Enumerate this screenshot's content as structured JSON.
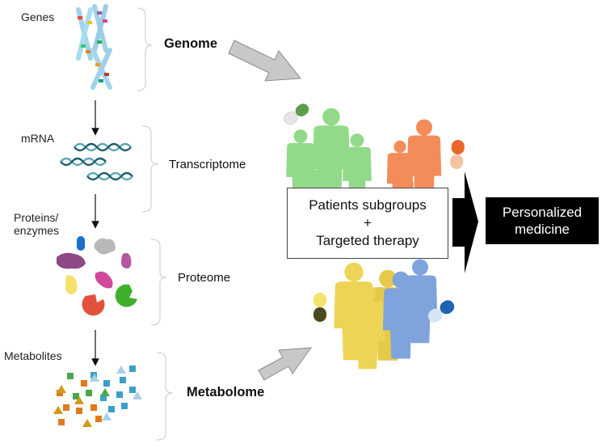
{
  "labels": {
    "genes": "Genes",
    "mrna": "mRNA",
    "proteins_line1": "Proteins/",
    "proteins_line2": "enzymes",
    "metabolites": "Metabolites"
  },
  "omics": {
    "genome": "Genome",
    "transcriptome": "Transcriptome",
    "proteome": "Proteome",
    "metabolome": "Metabolome"
  },
  "center": {
    "line1": "Patients subgroups",
    "line2": "+",
    "line3": "Targeted therapy"
  },
  "result": {
    "line1": "Personalized",
    "line2": "medicine"
  },
  "colors": {
    "green_group": "#93d98a",
    "orange_group": "#f48c5a",
    "yellow_group": "#eed454",
    "blue_group": "#7fa3dc",
    "arrow_gray": "#c8c8c8",
    "result_bg": "#000000"
  }
}
